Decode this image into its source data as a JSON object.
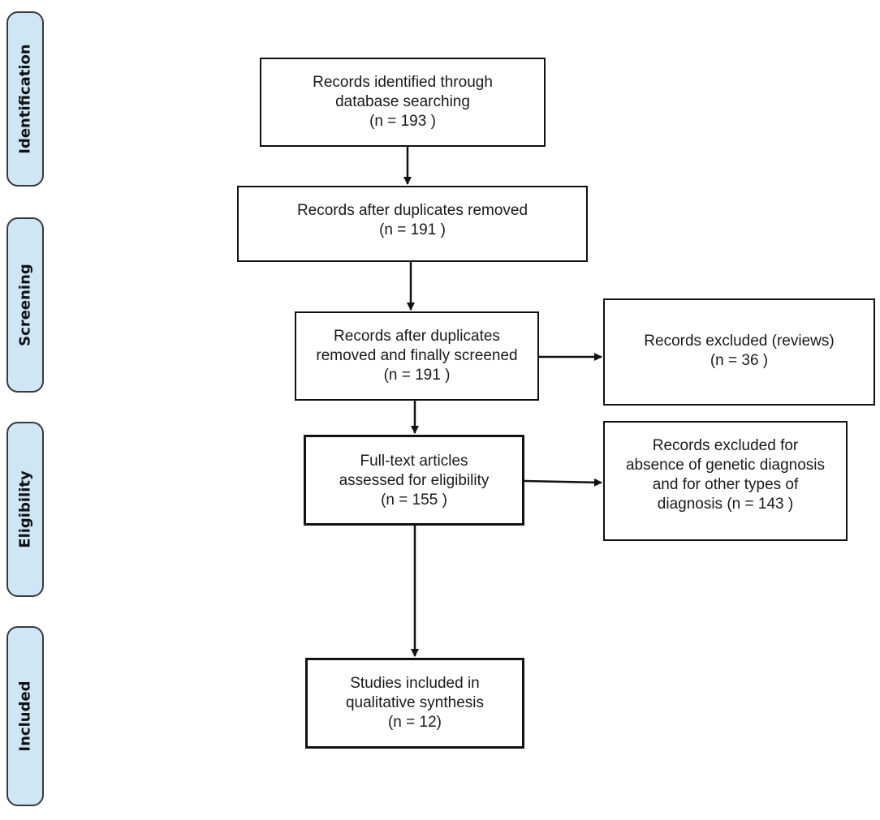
{
  "phases": [
    {
      "id": "identification",
      "label": "Identification"
    },
    {
      "id": "screening",
      "label": "Screening"
    },
    {
      "id": "eligibility",
      "label": "Eligibility"
    },
    {
      "id": "included",
      "label": "Included"
    }
  ],
  "boxes": {
    "identified": [
      "Records identified through",
      "database searching",
      "(n = 193 )"
    ],
    "after_duplicates": [
      "Records after duplicates removed",
      "(n = 191 )"
    ],
    "screened": [
      "Records after duplicates",
      "removed and finally screened",
      "(n = 191 )"
    ],
    "excluded_reviews": [
      "Records excluded (reviews)",
      "(n = 36 )"
    ],
    "full_text": [
      "Full-text articles",
      "assessed for eligibility",
      "(n = 155 )"
    ],
    "excluded_genetic": [
      "Records excluded for",
      "absence of genetic diagnosis",
      "and for other types of",
      "diagnosis (n = 143 )"
    ],
    "included": [
      "Studies included in",
      "qualitative synthesis",
      "(n = 12)"
    ]
  },
  "colors": {
    "phase_fill": "#cfe6f7",
    "phase_border": "#3a3a3a",
    "box_border": "#111111",
    "arrow": "#111111"
  }
}
